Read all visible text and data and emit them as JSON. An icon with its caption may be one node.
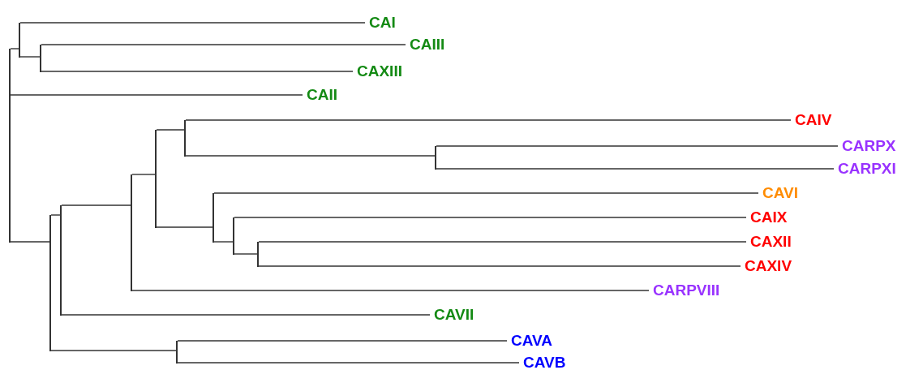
{
  "diagram": {
    "nodes": [
      {
        "text": [
          "CAI"
        ]
      },
      {
        "text": [
          "CAIII"
        ]
      },
      {
        "text": [
          "CAXIII"
        ]
      },
      {
        "text": [
          "CAII"
        ]
      },
      {
        "text": [
          "CAIV"
        ]
      },
      {
        "text": [
          "CARPX"
        ]
      },
      {
        "text": [
          "CARPXI"
        ]
      },
      {
        "text": [
          "CAVI"
        ]
      },
      {
        "text": [
          "CAIX"
        ]
      },
      {
        "text": [
          "CAXII"
        ]
      },
      {
        "text": [
          "CAXIV"
        ]
      },
      {
        "text": [
          "CARPVIII"
        ]
      },
      {
        "text": [
          "CAVII"
        ]
      },
      {
        "text": [
          "CAVA"
        ]
      },
      {
        "text": [
          "CAVB"
        ]
      },
      {
        "text": [],
        "shape": "bar"
      },
      {
        "text": [],
        "shape": "bar"
      },
      {
        "text": [],
        "shape": "bar"
      },
      {
        "text": [],
        "shape": "bar"
      },
      {
        "text": [],
        "shape": "bar"
      },
      {
        "text": [],
        "shape": "bar"
      },
      {
        "text": [],
        "shape": "bar"
      },
      {
        "text": [],
        "shape": "bar"
      },
      {
        "text": [],
        "shape": "bar"
      },
      {
        "text": [],
        "shape": "bar"
      },
      {
        "text": [],
        "shape": "bar"
      },
      {
        "text": [],
        "shape": "bar"
      },
      {
        "text": [],
        "shape": "bar"
      }
    ],
    "edges": [
      {
        "from": 15,
        "to": 16,
        "arrow": "none"
      },
      {
        "from": 15,
        "to": 3,
        "arrow": "none"
      },
      {
        "from": 15,
        "to": 18,
        "arrow": "none"
      },
      {
        "from": 16,
        "to": 0,
        "arrow": "none"
      },
      {
        "from": 16,
        "to": 17,
        "arrow": "none"
      },
      {
        "from": 17,
        "to": 1,
        "arrow": "none"
      },
      {
        "from": 17,
        "to": 2,
        "arrow": "none"
      },
      {
        "from": 18,
        "to": 19,
        "arrow": "none"
      },
      {
        "from": 18,
        "to": 27,
        "arrow": "none"
      },
      {
        "from": 19,
        "to": 20,
        "arrow": "none"
      },
      {
        "from": 19,
        "to": 12,
        "arrow": "none"
      },
      {
        "from": 20,
        "to": 21,
        "arrow": "none"
      },
      {
        "from": 20,
        "to": 11,
        "arrow": "none"
      },
      {
        "from": 21,
        "to": 22,
        "arrow": "none"
      },
      {
        "from": 21,
        "to": 24,
        "arrow": "none"
      },
      {
        "from": 22,
        "to": 4,
        "arrow": "none"
      },
      {
        "from": 22,
        "to": 23,
        "arrow": "none"
      },
      {
        "from": 23,
        "to": 5,
        "arrow": "none"
      },
      {
        "from": 23,
        "to": 6,
        "arrow": "none"
      },
      {
        "from": 24,
        "to": 7,
        "arrow": "none"
      },
      {
        "from": 24,
        "to": 25,
        "arrow": "none"
      },
      {
        "from": 25,
        "to": 8,
        "arrow": "none"
      },
      {
        "from": 25,
        "to": 26,
        "arrow": "none"
      },
      {
        "from": 26,
        "to": 9,
        "arrow": "none"
      },
      {
        "from": 26,
        "to": 10,
        "arrow": "none"
      },
      {
        "from": 27,
        "to": 13,
        "arrow": "none"
      },
      {
        "from": 27,
        "to": 14,
        "arrow": "none"
      }
    ]
  }
}
